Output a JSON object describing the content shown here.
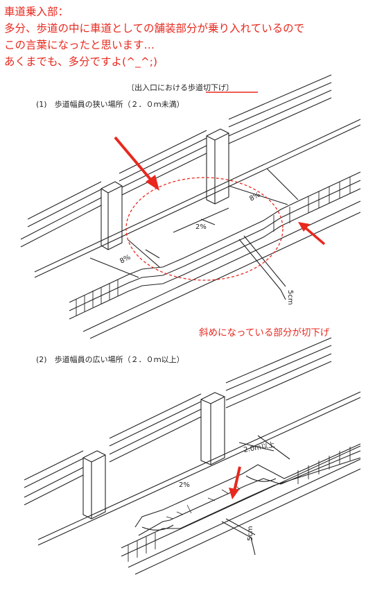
{
  "annotation": {
    "title": "車道乗入部：",
    "line1": "多分、歩道の中に車道としての舗装部分が乗り入れているので",
    "line2": "この言葉になったと思います…",
    "line3": "あくまでも、多分ですよ(^_^;)"
  },
  "figure": {
    "heading": "〔出入口における歩道切下げ〕",
    "section1_label": "(1)　歩道幅員の狭い場所（２．０ｍ未満）",
    "section2_label": "(2)　歩道幅員の広い場所（２．０ｍ以上）",
    "slope_8pct": "8%",
    "slope_2pct": "2%",
    "curb_5cm": "5cm",
    "width_2m": "2.0m以上",
    "cut_note": "斜めになっている部分が切下げ"
  },
  "colors": {
    "accent_red": "#e8281e",
    "ink": "#222222"
  }
}
